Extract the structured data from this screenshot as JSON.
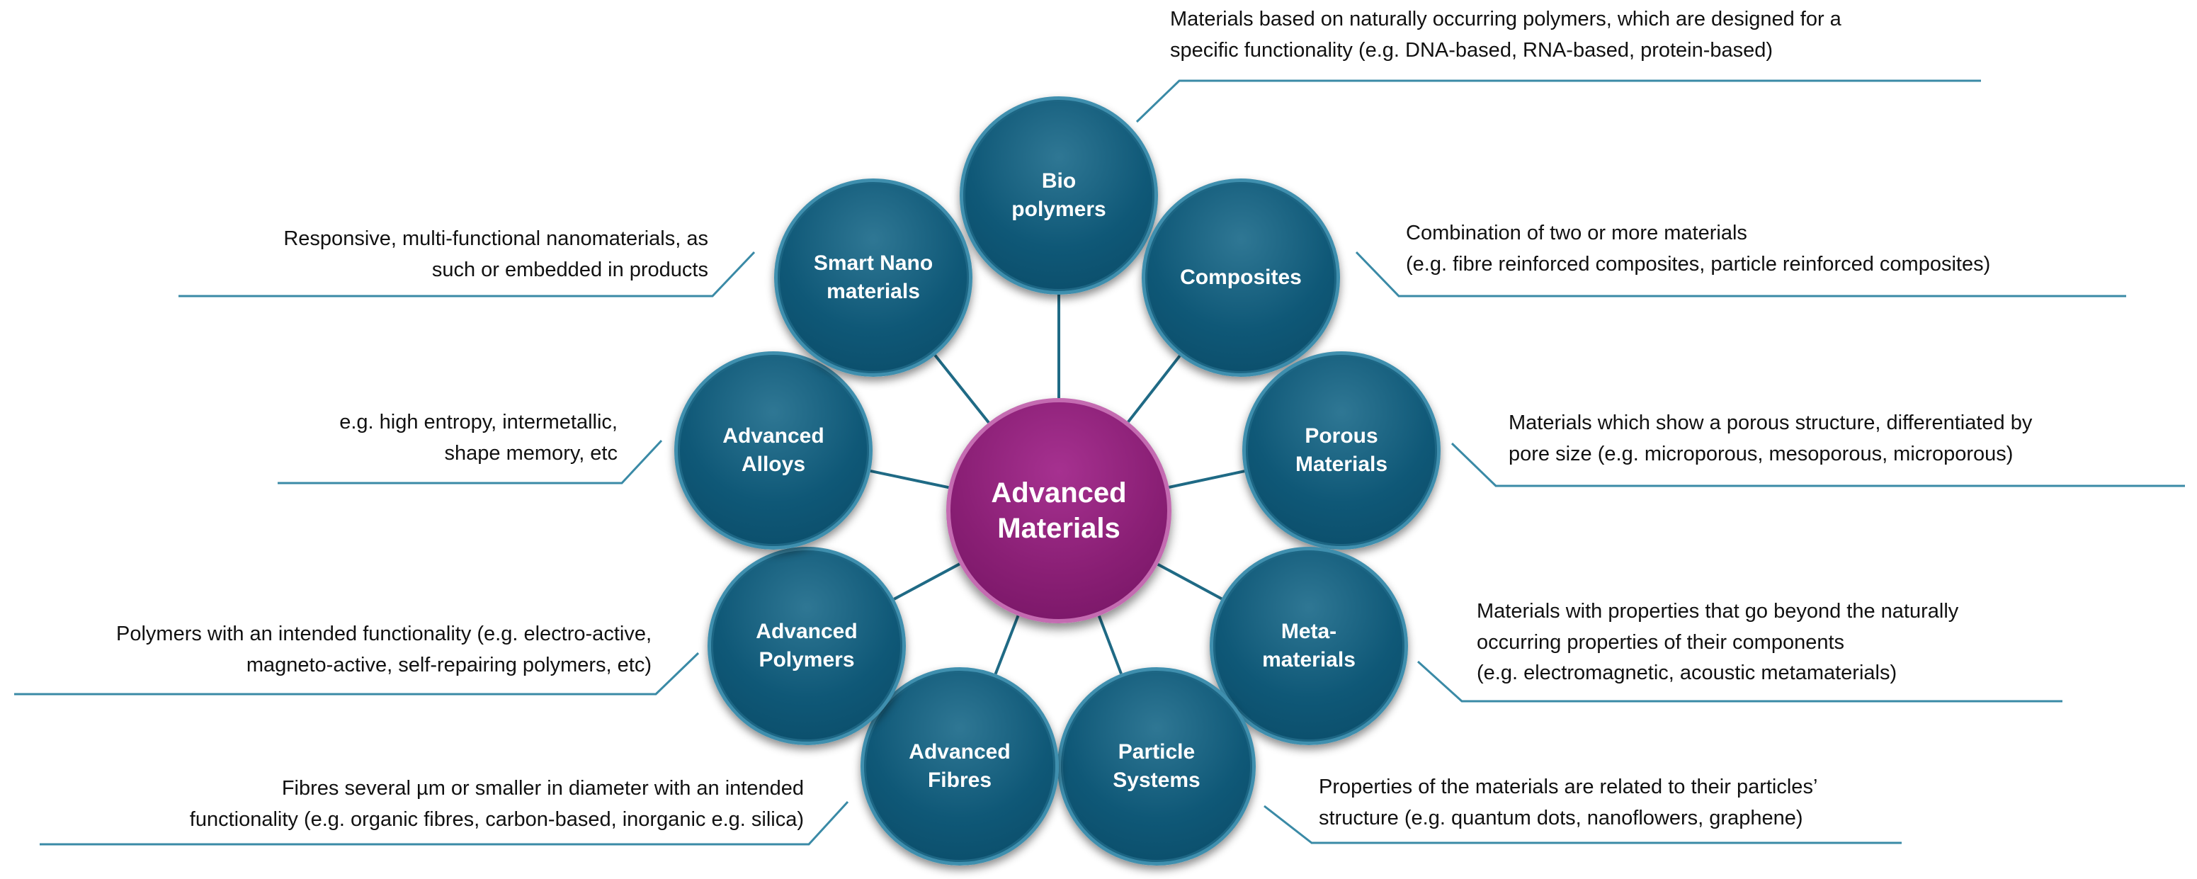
{
  "diagram": {
    "center": {
      "label": "Advanced\nMaterials"
    },
    "nodes": [
      {
        "id": "bio-polymers",
        "label": "Bio\npolymers",
        "description": "Materials based on naturally occurring polymers, which are designed for a\nspecific functionality (e.g. DNA-based, RNA-based, protein-based)"
      },
      {
        "id": "composites",
        "label": "Composites",
        "description": "Combination of two or more materials\n(e.g. fibre reinforced composites, particle reinforced composites)"
      },
      {
        "id": "porous-materials",
        "label": "Porous\nMaterials",
        "description": "Materials which show a porous structure, differentiated by\npore size (e.g. microporous, mesoporous, microporous)"
      },
      {
        "id": "meta-materials",
        "label": "Meta-\nmaterials",
        "description": "Materials with properties that go beyond the naturally\noccurring properties of their components\n(e.g. electromagnetic, acoustic metamaterials)"
      },
      {
        "id": "particle-systems",
        "label": "Particle\nSystems",
        "description": "Properties of the materials are related to their particles’\nstructure (e.g. quantum dots, nanoflowers, graphene)"
      },
      {
        "id": "advanced-fibres",
        "label": "Advanced\nFibres",
        "description": "Fibres several µm or smaller in diameter with an intended\nfunctionality (e.g. organic fibres, carbon-based, inorganic e.g. silica)"
      },
      {
        "id": "advanced-polymers",
        "label": "Advanced\nPolymers",
        "description": "Polymers with an intended functionality (e.g. electro-active,\nmagneto-active, self-repairing polymers, etc)"
      },
      {
        "id": "advanced-alloys",
        "label": "Advanced\nAlloys",
        "description": "e.g. high entropy, intermetallic,\nshape memory, etc"
      },
      {
        "id": "smart-nano-materials",
        "label": "Smart Nano\nmaterials",
        "description": "Responsive, multi-functional nanomaterials, as\nsuch or embedded in products"
      }
    ]
  },
  "colors": {
    "node_fill": "#0f5877",
    "center_fill": "#8a1f75",
    "connector": "#1f6a85",
    "callout_line": "#3a8aa6"
  }
}
